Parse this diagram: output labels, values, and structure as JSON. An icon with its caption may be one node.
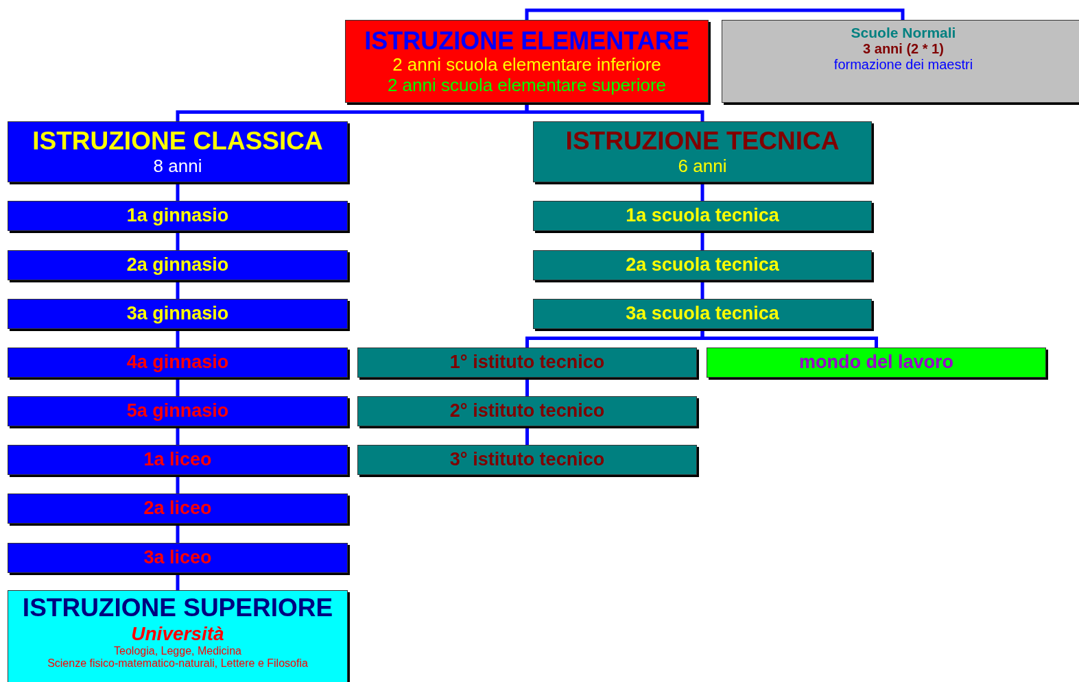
{
  "diagram": {
    "nodes": [
      {
        "text": [
          "ISTRUZIONE ELEMENTARE",
          "2 anni scuola elementare inferiore",
          "2 anni scuola elementare superiore"
        ]
      },
      {
        "text": [
          "Scuole Normali",
          "3 anni (2 * 1)",
          "formazione dei maestri"
        ]
      },
      {
        "text": [
          "ISTRUZIONE CLASSICA",
          "8 anni"
        ]
      },
      {
        "text": [
          "ISTRUZIONE TECNICA",
          "6 anni"
        ]
      },
      {
        "text": [
          "1a ginnasio"
        ]
      },
      {
        "text": [
          "2a ginnasio"
        ]
      },
      {
        "text": [
          "3a ginnasio"
        ]
      },
      {
        "text": [
          "4a ginnasio"
        ]
      },
      {
        "text": [
          "5a ginnasio"
        ]
      },
      {
        "text": [
          "1a liceo"
        ]
      },
      {
        "text": [
          "2a liceo"
        ]
      },
      {
        "text": [
          "3a liceo"
        ]
      },
      {
        "text": [
          "1a scuola tecnica"
        ]
      },
      {
        "text": [
          "2a scuola tecnica"
        ]
      },
      {
        "text": [
          "3a scuola tecnica"
        ]
      },
      {
        "text": [
          "1° istituto tecnico"
        ]
      },
      {
        "text": [
          "2° istituto tecnico"
        ]
      },
      {
        "text": [
          "3° istituto tecnico"
        ]
      },
      {
        "text": [
          "mondo del lavoro"
        ]
      },
      {
        "text": [
          "ISTRUZIONE SUPERIORE",
          "Università",
          "Teologia, Legge, Medicina",
          "Scienze fisico-matematico-naturali, Lettere e Filosofia"
        ]
      }
    ],
    "edges": [
      {
        "from": 0,
        "to": 1,
        "arrow": "none"
      },
      {
        "from": 0,
        "to": 2,
        "arrow": "none"
      },
      {
        "from": 0,
        "to": 3,
        "arrow": "none"
      },
      {
        "from": 2,
        "to": 4,
        "arrow": "none"
      },
      {
        "from": 4,
        "to": 5,
        "arrow": "none"
      },
      {
        "from": 5,
        "to": 6,
        "arrow": "none"
      },
      {
        "from": 6,
        "to": 7,
        "arrow": "none"
      },
      {
        "from": 7,
        "to": 8,
        "arrow": "none"
      },
      {
        "from": 8,
        "to": 9,
        "arrow": "none"
      },
      {
        "from": 9,
        "to": 10,
        "arrow": "none"
      },
      {
        "from": 10,
        "to": 11,
        "arrow": "none"
      },
      {
        "from": 11,
        "to": 19,
        "arrow": "none"
      },
      {
        "from": 3,
        "to": 12,
        "arrow": "none"
      },
      {
        "from": 12,
        "to": 13,
        "arrow": "none"
      },
      {
        "from": 13,
        "to": 14,
        "arrow": "none"
      },
      {
        "from": 14,
        "to": 15,
        "arrow": "none"
      },
      {
        "from": 14,
        "to": 18,
        "arrow": "none"
      },
      {
        "from": 15,
        "to": 16,
        "arrow": "none"
      },
      {
        "from": 16,
        "to": 17,
        "arrow": "none"
      }
    ]
  }
}
